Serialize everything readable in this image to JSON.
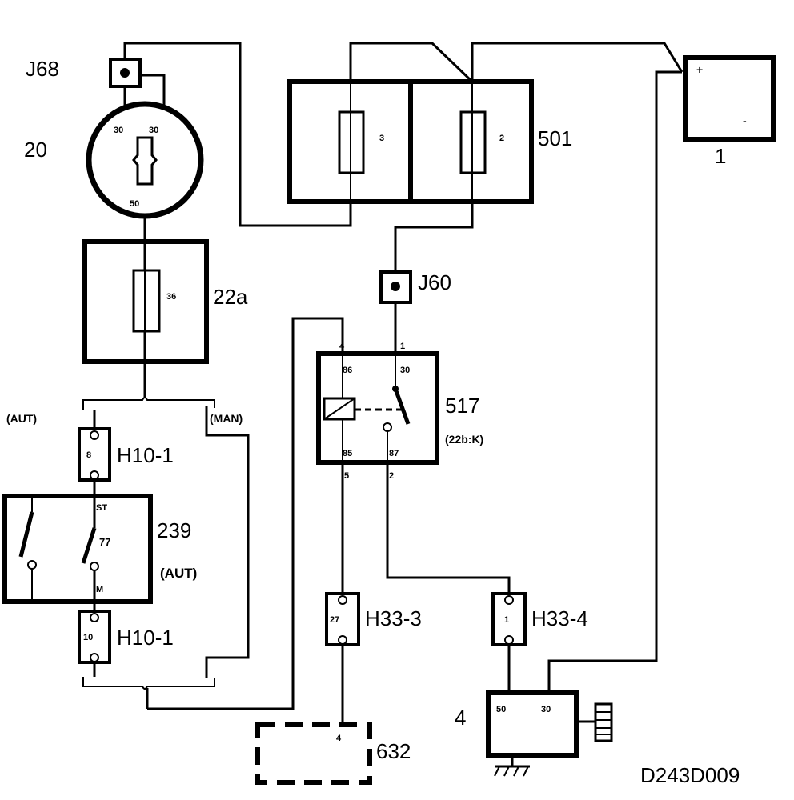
{
  "labels": {
    "j68": "J68",
    "ignition": "20",
    "fuse_box": "501",
    "battery": "1",
    "fuse_22a": "22a",
    "j60": "J60",
    "relay": "517",
    "relay_sub": "(22b:K)",
    "aut": "(AUT)",
    "man": "(MAN)",
    "h10_top": "H10-1",
    "switch_239": "239",
    "switch_239_sub": "(AUT)",
    "h10_bottom": "H10-1",
    "h33_3": "H33-3",
    "h33_4": "H33-4",
    "starter": "4",
    "unit_632": "632",
    "ref_code": "D243D009"
  },
  "pins": {
    "ign_30a": "30",
    "ign_30b": "30",
    "ign_50": "50",
    "fuse_3": "3",
    "fuse_2": "2",
    "fuse_36": "36",
    "bat_plus": "+",
    "bat_minus": "-",
    "relay_4": "4",
    "relay_1": "1",
    "relay_86": "86",
    "relay_30": "30",
    "relay_85": "85",
    "relay_87": "87",
    "relay_5": "5",
    "relay_2": "2",
    "h10_top_pin": "8",
    "h10_bottom_pin": "10",
    "sw_st": "ST",
    "sw_77": "77",
    "sw_m": "M",
    "h33_3_pin": "27",
    "h33_4_pin": "1",
    "starter_50": "50",
    "starter_30": "30",
    "unit_632_pin": "4"
  }
}
